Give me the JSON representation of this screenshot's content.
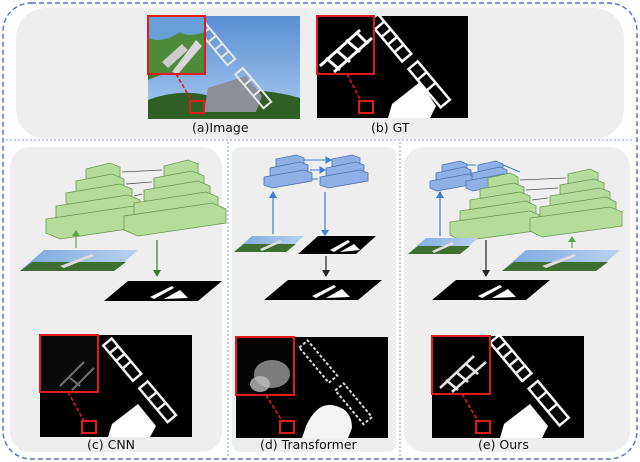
{
  "captions": {
    "image": "(a)Image",
    "gt": "(b) GT",
    "cnn": "(c) CNN",
    "transformer": "(d) Transformer",
    "ours": "(e) Ours"
  },
  "colors": {
    "frame": "#4a73c9",
    "panel_bg": "#eeeeee",
    "cnn_green": "#b5dc9a",
    "transformer_blue": "#8eb0e6",
    "highlight_red": "#e11b1b",
    "arrow_blue": "#3d7fd0",
    "arrow_green": "#5aa848"
  }
}
